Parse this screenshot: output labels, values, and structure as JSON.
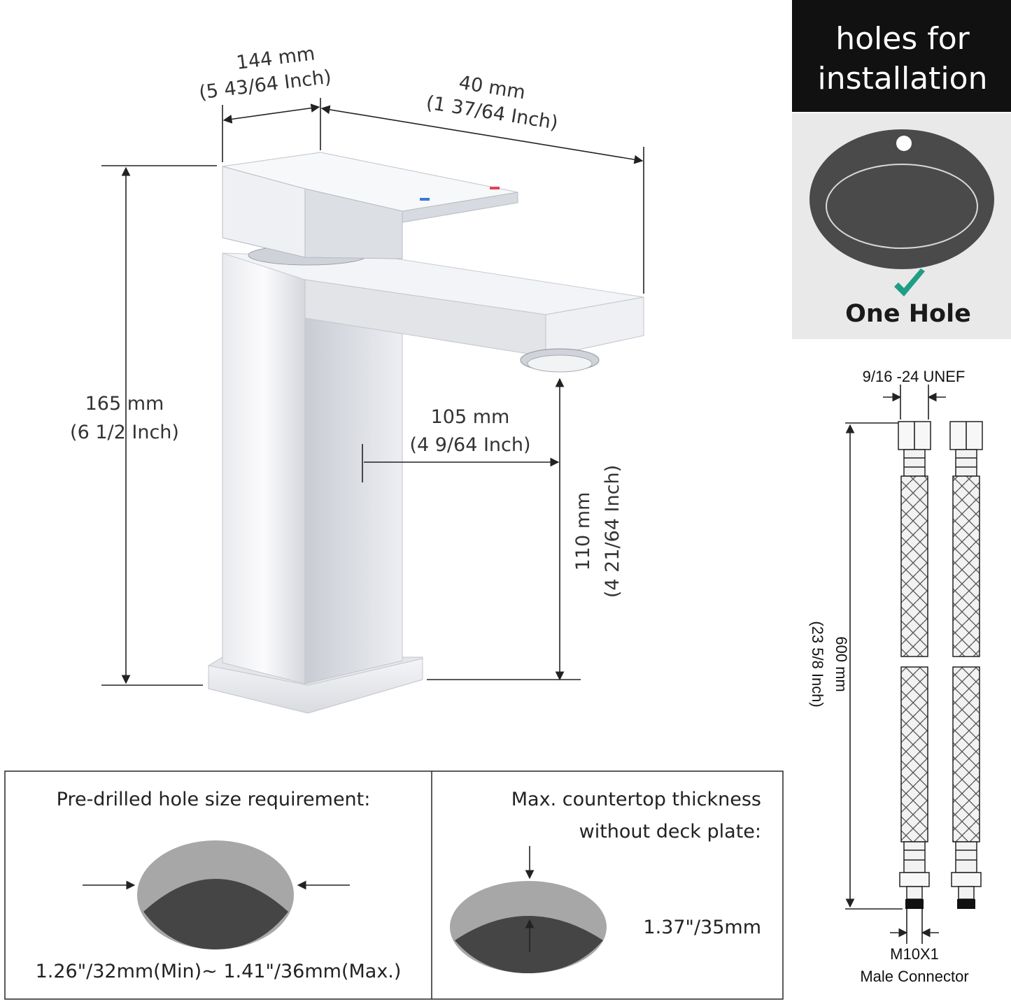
{
  "faucet": {
    "dim_width_top": "144 mm",
    "dim_width_top_inch": "(5 43/64 Inch)",
    "dim_spout_length": "40 mm",
    "dim_spout_length_inch": "(1 37/64 Inch)",
    "dim_height": "165 mm",
    "dim_height_inch": "(6 1/2 Inch)",
    "dim_reach": "105 mm",
    "dim_reach_inch": "(4 9/64 Inch)",
    "dim_spout_height": "110 mm",
    "dim_spout_height_inch": "(4 21/64 Inch)"
  },
  "installation": {
    "title_line1": "holes for",
    "title_line2": "installation",
    "hole_label": "One Hole",
    "check_color": "#1e9e84"
  },
  "hoses": {
    "thread_label": "9/16 -24 UNEF",
    "length": "600 mm",
    "length_inch": "(23 5/8 Inch)",
    "connector_line1": "M10X1",
    "connector_line2": "Male Connector"
  },
  "requirements": {
    "hole_title": "Pre-drilled hole size requirement:",
    "hole_value": "1.26\"/32mm(Min)~ 1.41\"/36mm(Max.)",
    "thickness_line1": "Max. countertop thickness",
    "thickness_line2": "without deck plate:",
    "thickness_value": "1.37\"/35mm"
  }
}
